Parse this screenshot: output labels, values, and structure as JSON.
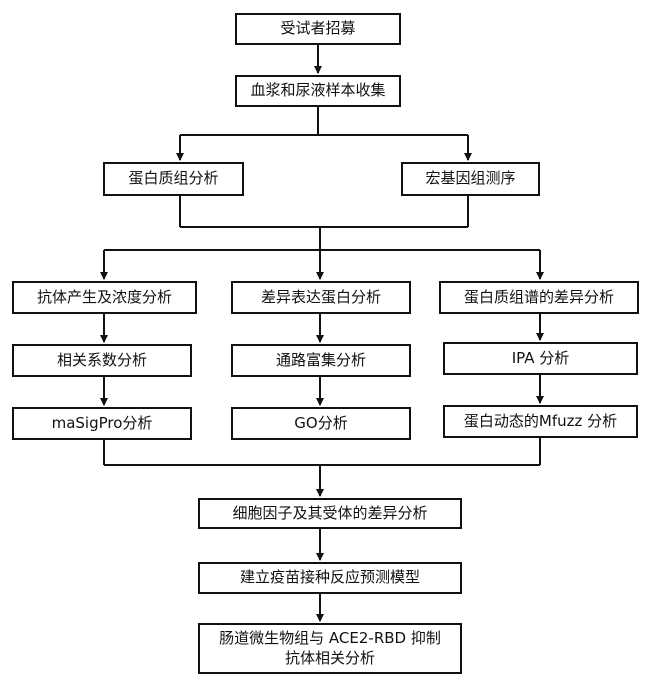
{
  "flowchart": {
    "nodes": {
      "recruit": "受试者招募",
      "collect": "血浆和尿液样本收集",
      "proteomics": "蛋白质组分析",
      "metagenome": "宏基因组测序",
      "antibody": "抗体产生及浓度分析",
      "diffprotein": "差异表达蛋白分析",
      "profilediff": "蛋白质组谱的差异分析",
      "correlation": "相关系数分析",
      "pathway": "通路富集分析",
      "ipa": "IPA 分析",
      "masigpro": "maSigPro分析",
      "go": "GO分析",
      "mfuzz": "蛋白动态的Mfuzz 分析",
      "cytokine": "细胞因子及其受体的差异分析",
      "model": "建立疫苗接种反应预测模型",
      "microbiome_line1": "肠道微生物组与 ACE2-RBD 抑制",
      "microbiome_line2": "抗体相关分析"
    },
    "colors": {
      "stroke": "#111111",
      "background": "#ffffff",
      "text": "#111111"
    }
  }
}
